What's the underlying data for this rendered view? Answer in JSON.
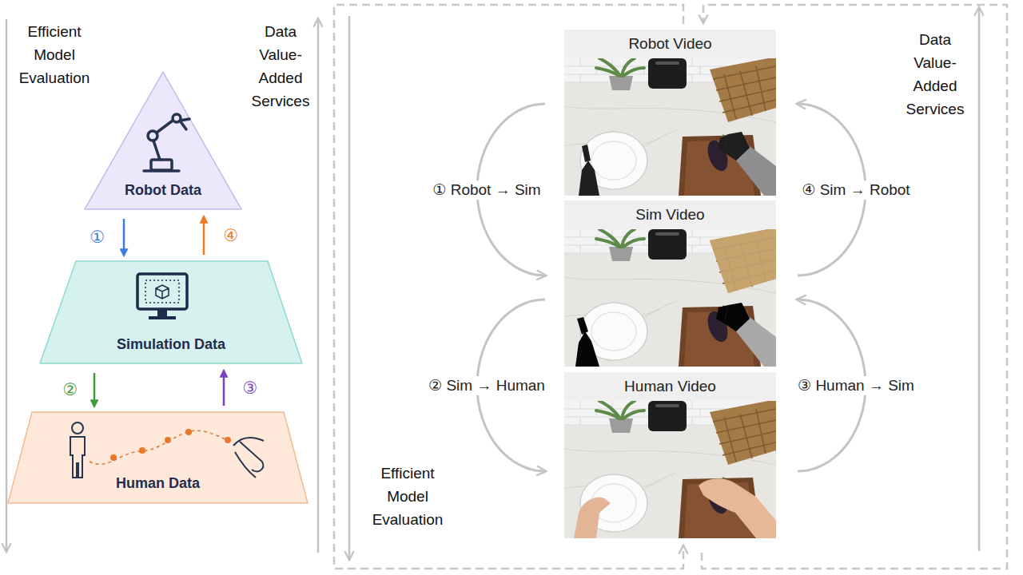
{
  "diagram": {
    "nodes": [
      {
        "text": [
          "Robot Data"
        ]
      },
      {
        "text": [
          "Simulation Data"
        ]
      },
      {
        "text": [
          "Human Data"
        ]
      },
      {
        "text": [
          "Robot Video"
        ]
      },
      {
        "text": [
          "Sim Video"
        ]
      },
      {
        "text": [
          "Human Video"
        ]
      }
    ],
    "edges": [
      {
        "from": 0,
        "to": 1,
        "label": "①",
        "arrow": "to"
      },
      {
        "from": 1,
        "to": 0,
        "label": "④",
        "arrow": "to"
      },
      {
        "from": 1,
        "to": 2,
        "label": "②",
        "arrow": "to"
      },
      {
        "from": 2,
        "to": 1,
        "label": "③",
        "arrow": "to"
      },
      {
        "from": 3,
        "to": 4,
        "label": "① Robot → Sim",
        "arrow": "to"
      },
      {
        "from": 4,
        "to": 3,
        "label": "④ Sim → Robot",
        "arrow": "to"
      },
      {
        "from": 4,
        "to": 5,
        "label": "② Sim → Human",
        "arrow": "to"
      },
      {
        "from": 5,
        "to": 4,
        "label": "③ Human → Sim",
        "arrow": "to"
      }
    ],
    "labels": [
      "Efficient Model Evaluation",
      "Data Value-Added Services",
      "Efficient Model Evaluation",
      "Data Value-Added Services"
    ]
  }
}
